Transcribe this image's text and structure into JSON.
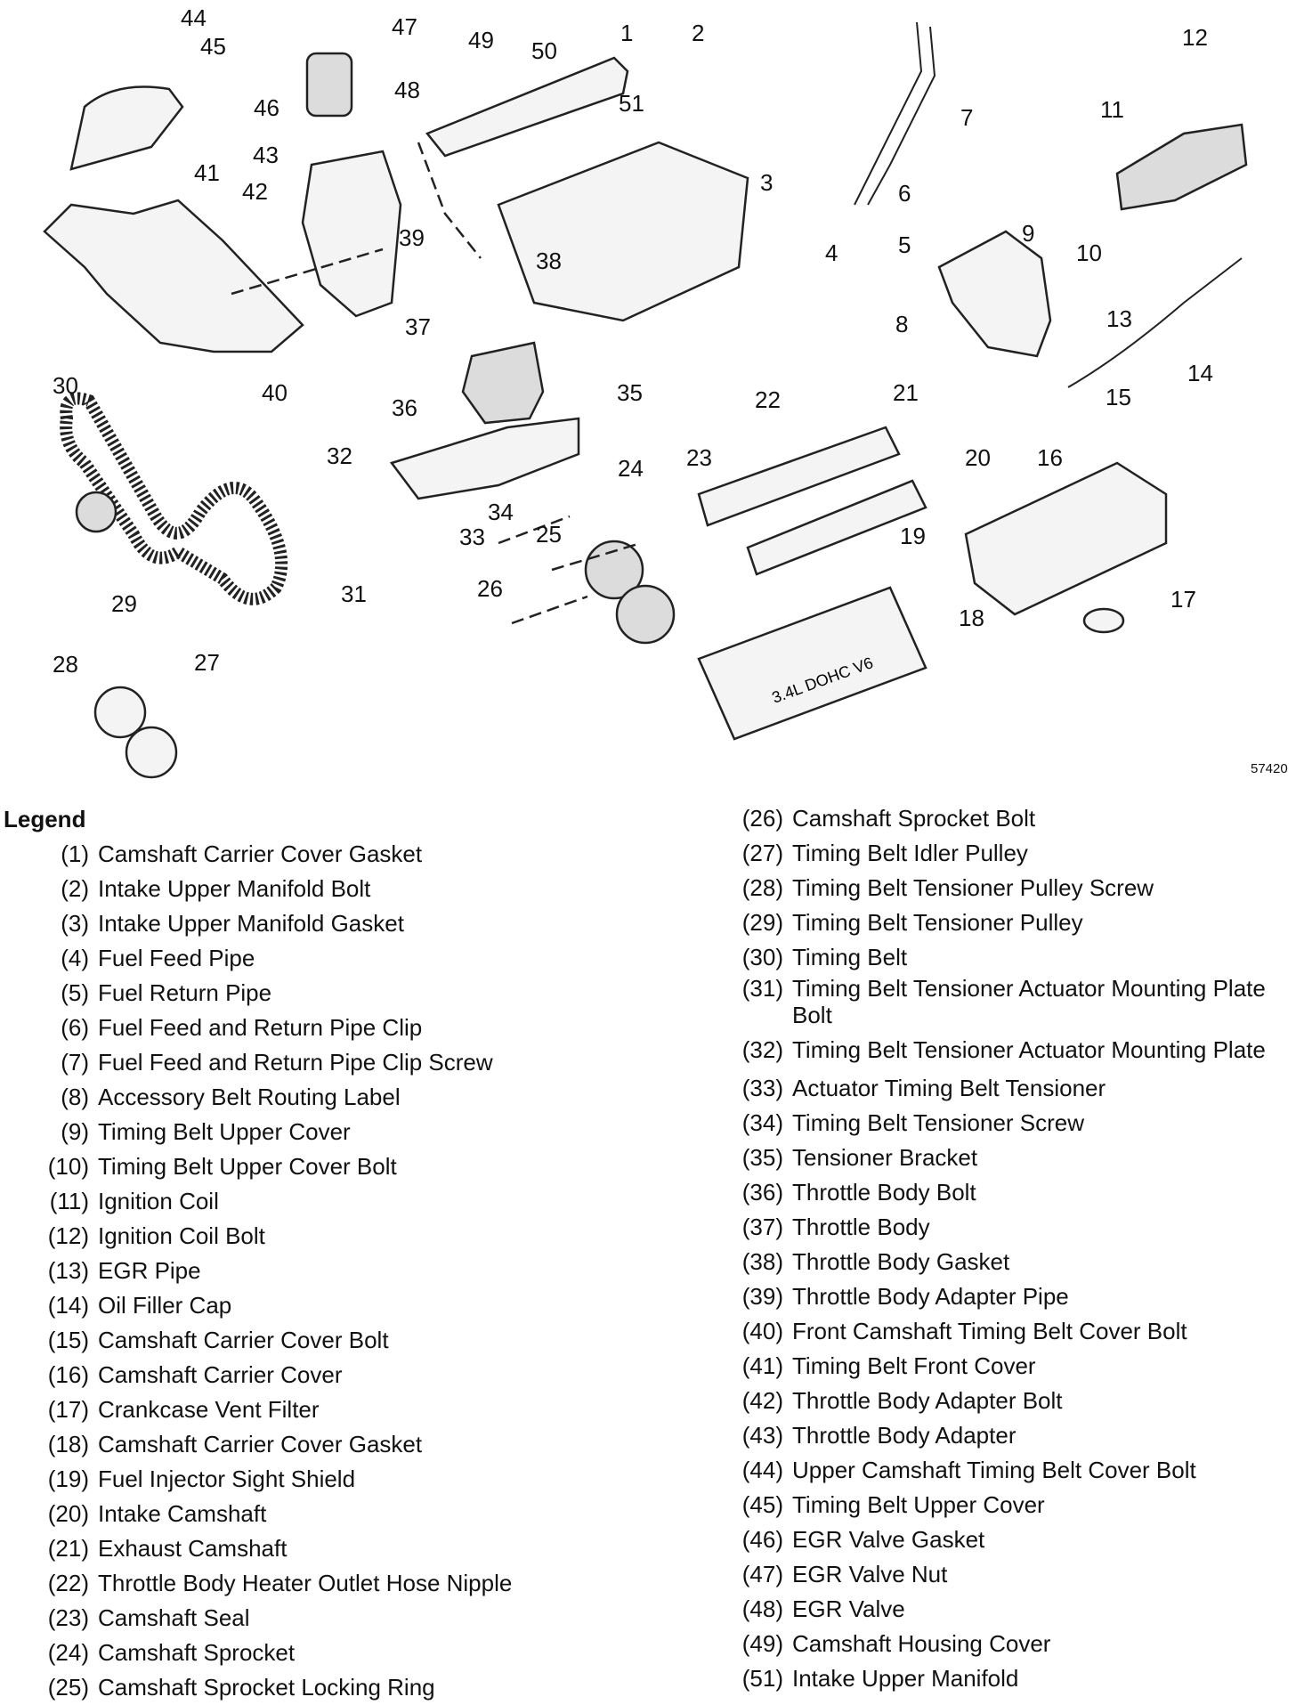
{
  "figure_code": "57420",
  "legend_title": "Legend",
  "callouts": [
    "1",
    "2",
    "3",
    "4",
    "5",
    "6",
    "7",
    "8",
    "9",
    "10",
    "11",
    "12",
    "13",
    "14",
    "15",
    "16",
    "17",
    "18",
    "19",
    "20",
    "21",
    "22",
    "23",
    "24",
    "25",
    "26",
    "27",
    "28",
    "29",
    "30",
    "31",
    "32",
    "33",
    "34",
    "35",
    "36",
    "37",
    "38",
    "39",
    "40",
    "41",
    "42",
    "43",
    "44",
    "45",
    "46",
    "47",
    "48",
    "49",
    "50",
    "51"
  ],
  "label_text": "3.4L DOHC V6",
  "legend_left": [
    {
      "num": "(1)",
      "text": "Camshaft Carrier Cover Gasket"
    },
    {
      "num": "(2)",
      "text": "Intake Upper Manifold Bolt"
    },
    {
      "num": "(3)",
      "text": "Intake Upper Manifold Gasket"
    },
    {
      "num": "(4)",
      "text": "Fuel Feed Pipe"
    },
    {
      "num": "(5)",
      "text": "Fuel Return Pipe"
    },
    {
      "num": "(6)",
      "text": "Fuel Feed and Return Pipe Clip"
    },
    {
      "num": "(7)",
      "text": "Fuel Feed and Return Pipe Clip Screw"
    },
    {
      "num": "(8)",
      "text": "Accessory Belt Routing Label"
    },
    {
      "num": "(9)",
      "text": "Timing Belt Upper Cover"
    },
    {
      "num": "(10)",
      "text": "Timing Belt Upper Cover Bolt"
    },
    {
      "num": "(11)",
      "text": "Ignition Coil"
    },
    {
      "num": "(12)",
      "text": "Ignition Coil Bolt"
    },
    {
      "num": "(13)",
      "text": "EGR Pipe"
    },
    {
      "num": "(14)",
      "text": "Oil Filler Cap"
    },
    {
      "num": "(15)",
      "text": "Camshaft Carrier Cover Bolt"
    },
    {
      "num": "(16)",
      "text": "Camshaft Carrier Cover"
    },
    {
      "num": "(17)",
      "text": "Crankcase Vent Filter"
    },
    {
      "num": "(18)",
      "text": "Camshaft Carrier Cover Gasket"
    },
    {
      "num": "(19)",
      "text": "Fuel Injector Sight Shield"
    },
    {
      "num": "(20)",
      "text": "Intake Camshaft"
    },
    {
      "num": "(21)",
      "text": "Exhaust Camshaft"
    },
    {
      "num": "(22)",
      "text": "Throttle Body Heater Outlet Hose Nipple"
    },
    {
      "num": "(23)",
      "text": "Camshaft Seal"
    },
    {
      "num": "(24)",
      "text": "Camshaft Sprocket"
    },
    {
      "num": "(25)",
      "text": "Camshaft Sprocket Locking Ring"
    }
  ],
  "legend_right": [
    {
      "num": "(26)",
      "text": "Camshaft Sprocket Bolt"
    },
    {
      "num": "(27)",
      "text": "Timing Belt Idler Pulley"
    },
    {
      "num": "(28)",
      "text": "Timing Belt Tensioner Pulley Screw"
    },
    {
      "num": "(29)",
      "text": "Timing Belt Tensioner Pulley"
    },
    {
      "num": "(30)",
      "text": "Timing Belt"
    },
    {
      "num": "(31)",
      "text": "Timing Belt Tensioner Actuator Mounting Plate Bolt"
    },
    {
      "num": "(32)",
      "text": "Timing Belt Tensioner Actuator Mounting Plate"
    },
    {
      "num": "(33)",
      "text": "Actuator Timing Belt Tensioner"
    },
    {
      "num": "(34)",
      "text": "Timing Belt Tensioner Screw"
    },
    {
      "num": "(35)",
      "text": "Tensioner Bracket"
    },
    {
      "num": "(36)",
      "text": "Throttle Body Bolt"
    },
    {
      "num": "(37)",
      "text": "Throttle Body"
    },
    {
      "num": "(38)",
      "text": "Throttle Body Gasket"
    },
    {
      "num": "(39)",
      "text": "Throttle Body Adapter Pipe"
    },
    {
      "num": "(40)",
      "text": "Front Camshaft Timing Belt Cover Bolt"
    },
    {
      "num": "(41)",
      "text": "Timing Belt Front Cover"
    },
    {
      "num": "(42)",
      "text": "Throttle Body Adapter Bolt"
    },
    {
      "num": "(43)",
      "text": "Throttle Body Adapter"
    },
    {
      "num": "(44)",
      "text": "Upper Camshaft Timing Belt Cover Bolt"
    },
    {
      "num": "(45)",
      "text": "Timing Belt Upper Cover"
    },
    {
      "num": "(46)",
      "text": "EGR Valve Gasket"
    },
    {
      "num": "(47)",
      "text": "EGR Valve Nut"
    },
    {
      "num": "(48)",
      "text": "EGR Valve"
    },
    {
      "num": "(49)",
      "text": "Camshaft Housing Cover"
    },
    {
      "num": "(51)",
      "text": "Intake Upper Manifold"
    }
  ]
}
